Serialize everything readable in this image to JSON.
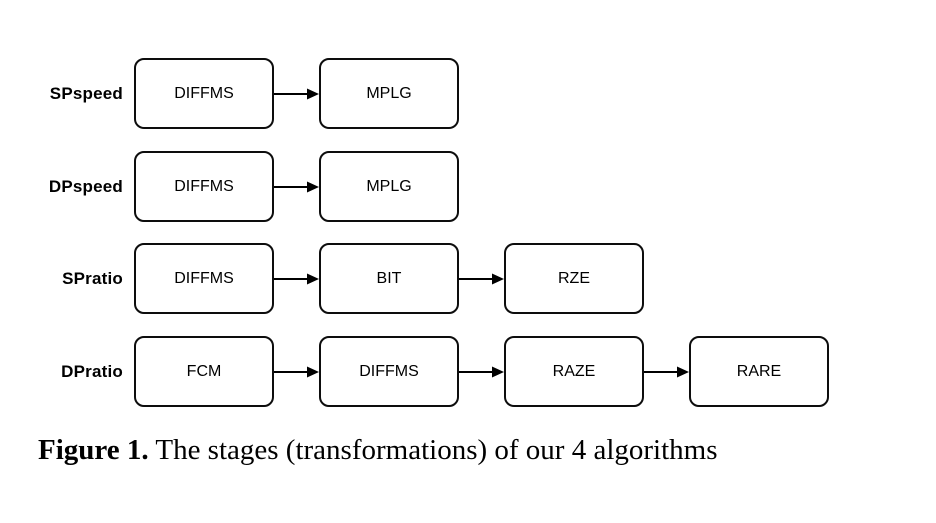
{
  "figure": {
    "caption_label": "Figure 1.",
    "caption_text": " The stages (transformations) of our 4 algorithms"
  },
  "colors": {
    "background": "#ffffff",
    "box_border": "#0d0d0d",
    "text": "#000000",
    "arrow": "#000000"
  },
  "rows": [
    {
      "label": "SPspeed",
      "stages": [
        "DIFFMS",
        "MPLG"
      ]
    },
    {
      "label": "DPspeed",
      "stages": [
        "DIFFMS",
        "MPLG"
      ]
    },
    {
      "label": "SPratio",
      "stages": [
        "DIFFMS",
        "BIT",
        "RZE"
      ]
    },
    {
      "label": "DPratio",
      "stages": [
        "FCM",
        "DIFFMS",
        "RAZE",
        "RARE"
      ]
    }
  ]
}
